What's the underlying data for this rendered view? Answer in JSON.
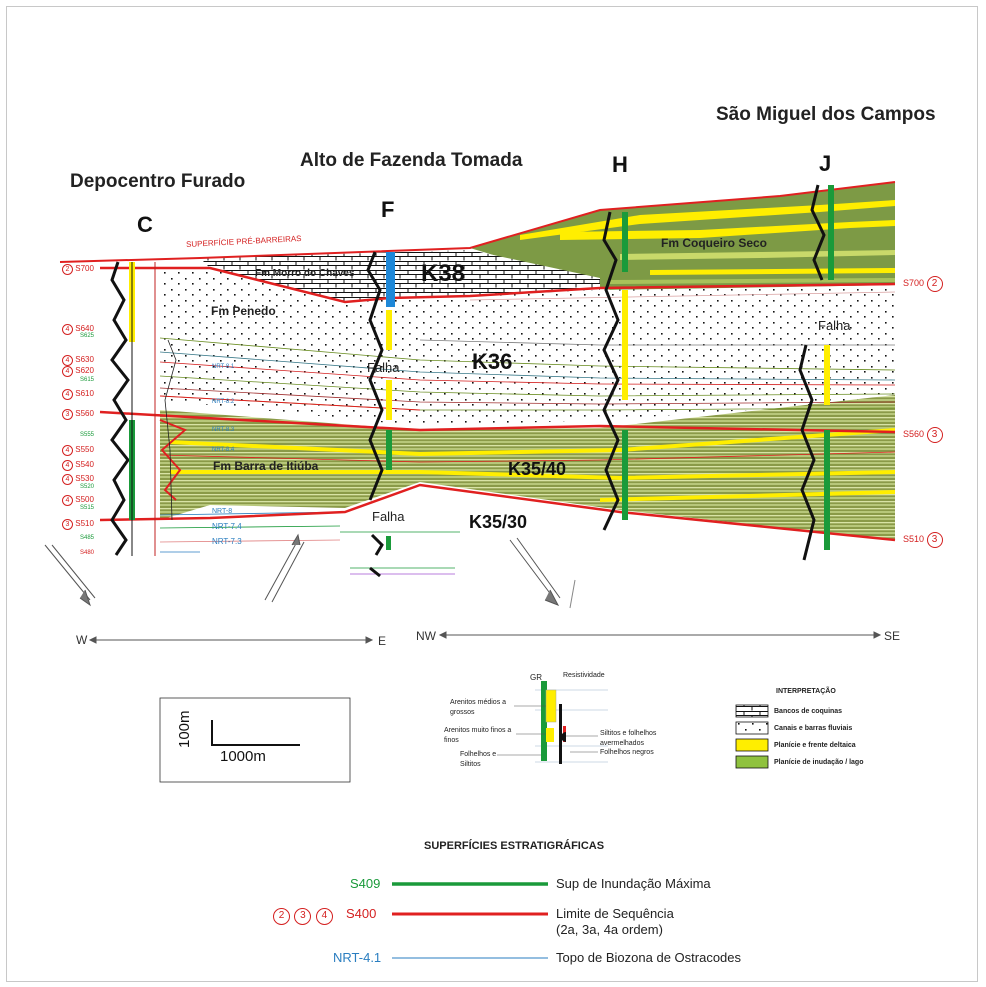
{
  "regions": {
    "depocentro": "Depocentro Furado",
    "alto": "Alto de Fazenda Tomada",
    "sao_miguel": "São Miguel dos Campos"
  },
  "wells": {
    "c": "C",
    "f": "F",
    "h": "H",
    "j": "J"
  },
  "formations": {
    "pre_barreiras": "SUPERFÍCIE PRÉ-BARREIRAS",
    "morro": "Fm Morro do Chaves",
    "penedo": "Fm Penedo",
    "barra": "Fm Barra de Itiúba",
    "coqueiro": "Fm Coqueiro Seco"
  },
  "sequences": {
    "k38": "K38",
    "k36": "K36",
    "k35_40": "K35/40",
    "k35_30": "K35/30"
  },
  "faults": {
    "falha_f": "Falha",
    "falha_f2": "Falha",
    "falha_j": "Falha"
  },
  "left_surfaces": {
    "s700": "S700",
    "s640": "S640",
    "s625": "S625",
    "s630": "S630",
    "s620": "S620",
    "s615": "S615",
    "s610": "S610",
    "s560": "S560",
    "s555": "S555",
    "s550": "S550",
    "s540": "S540",
    "s530": "S530",
    "s520": "S520",
    "s500": "S500",
    "s515": "S515",
    "s510": "S510",
    "s485": "S485",
    "s480": "S480"
  },
  "nrt": {
    "nrt1": "NRT-8.1",
    "nrt2": "NRT-8.2",
    "nrt3": "NRT-8.3",
    "nrt4": "NRT-8.4",
    "nrt6": "NRT-8",
    "nrt74": "NRT-7.4",
    "nrt73": "NRT-7.3"
  },
  "right_surfaces": {
    "s700": "S700",
    "s700_order": "2",
    "s560": "S560",
    "s560_order": "3",
    "s510": "S510",
    "s510_order": "3"
  },
  "directions": {
    "w": "W",
    "e": "E",
    "nw": "NW",
    "se": "SE"
  },
  "scale": {
    "vertical": "100m",
    "horizontal": "1000m"
  },
  "log_legend": {
    "gr": "GR",
    "resistividade": "Resistividade",
    "arenitos_medios": "Arenitos médios a grossos",
    "arenitos_finos": "Arenitos muito finos a finos",
    "folhelhos_siltitos": "Folhelhos e Siltitos",
    "siltitos_avermelhados": "Siltitos e folhelhos avermelhados",
    "folhelhos_negros": "Folhelhos negros"
  },
  "interpretation": {
    "title": "INTERPRETAÇÃO",
    "items": [
      {
        "label": "Bancos de coquinas",
        "swatch": "coquina"
      },
      {
        "label": "Canais e barras fluviais",
        "swatch": "dots"
      },
      {
        "label": "Planície e frente deltaica",
        "swatch": "#ffee00"
      },
      {
        "label": "Planície de inudação / lago",
        "swatch": "#8fc23e"
      }
    ]
  },
  "surfaces_legend": {
    "title": "SUPERFÍCIES ESTRATIGRÁFICAS",
    "mfs_code": "S409",
    "mfs_label": "Sup de Inundação Máxima",
    "mfs_color": "#1a9a3a",
    "seq_orders": [
      "2",
      "3",
      "4"
    ],
    "seq_code": "S400",
    "seq_label_1": "Limite de Sequência",
    "seq_label_2": "(2a, 3a, 4a ordem)",
    "seq_color": "#e02020",
    "nrt_code": "NRT-4.1",
    "nrt_label": "Topo de Biozona de Ostracodes",
    "nrt_color": "#2a7ec0"
  }
}
